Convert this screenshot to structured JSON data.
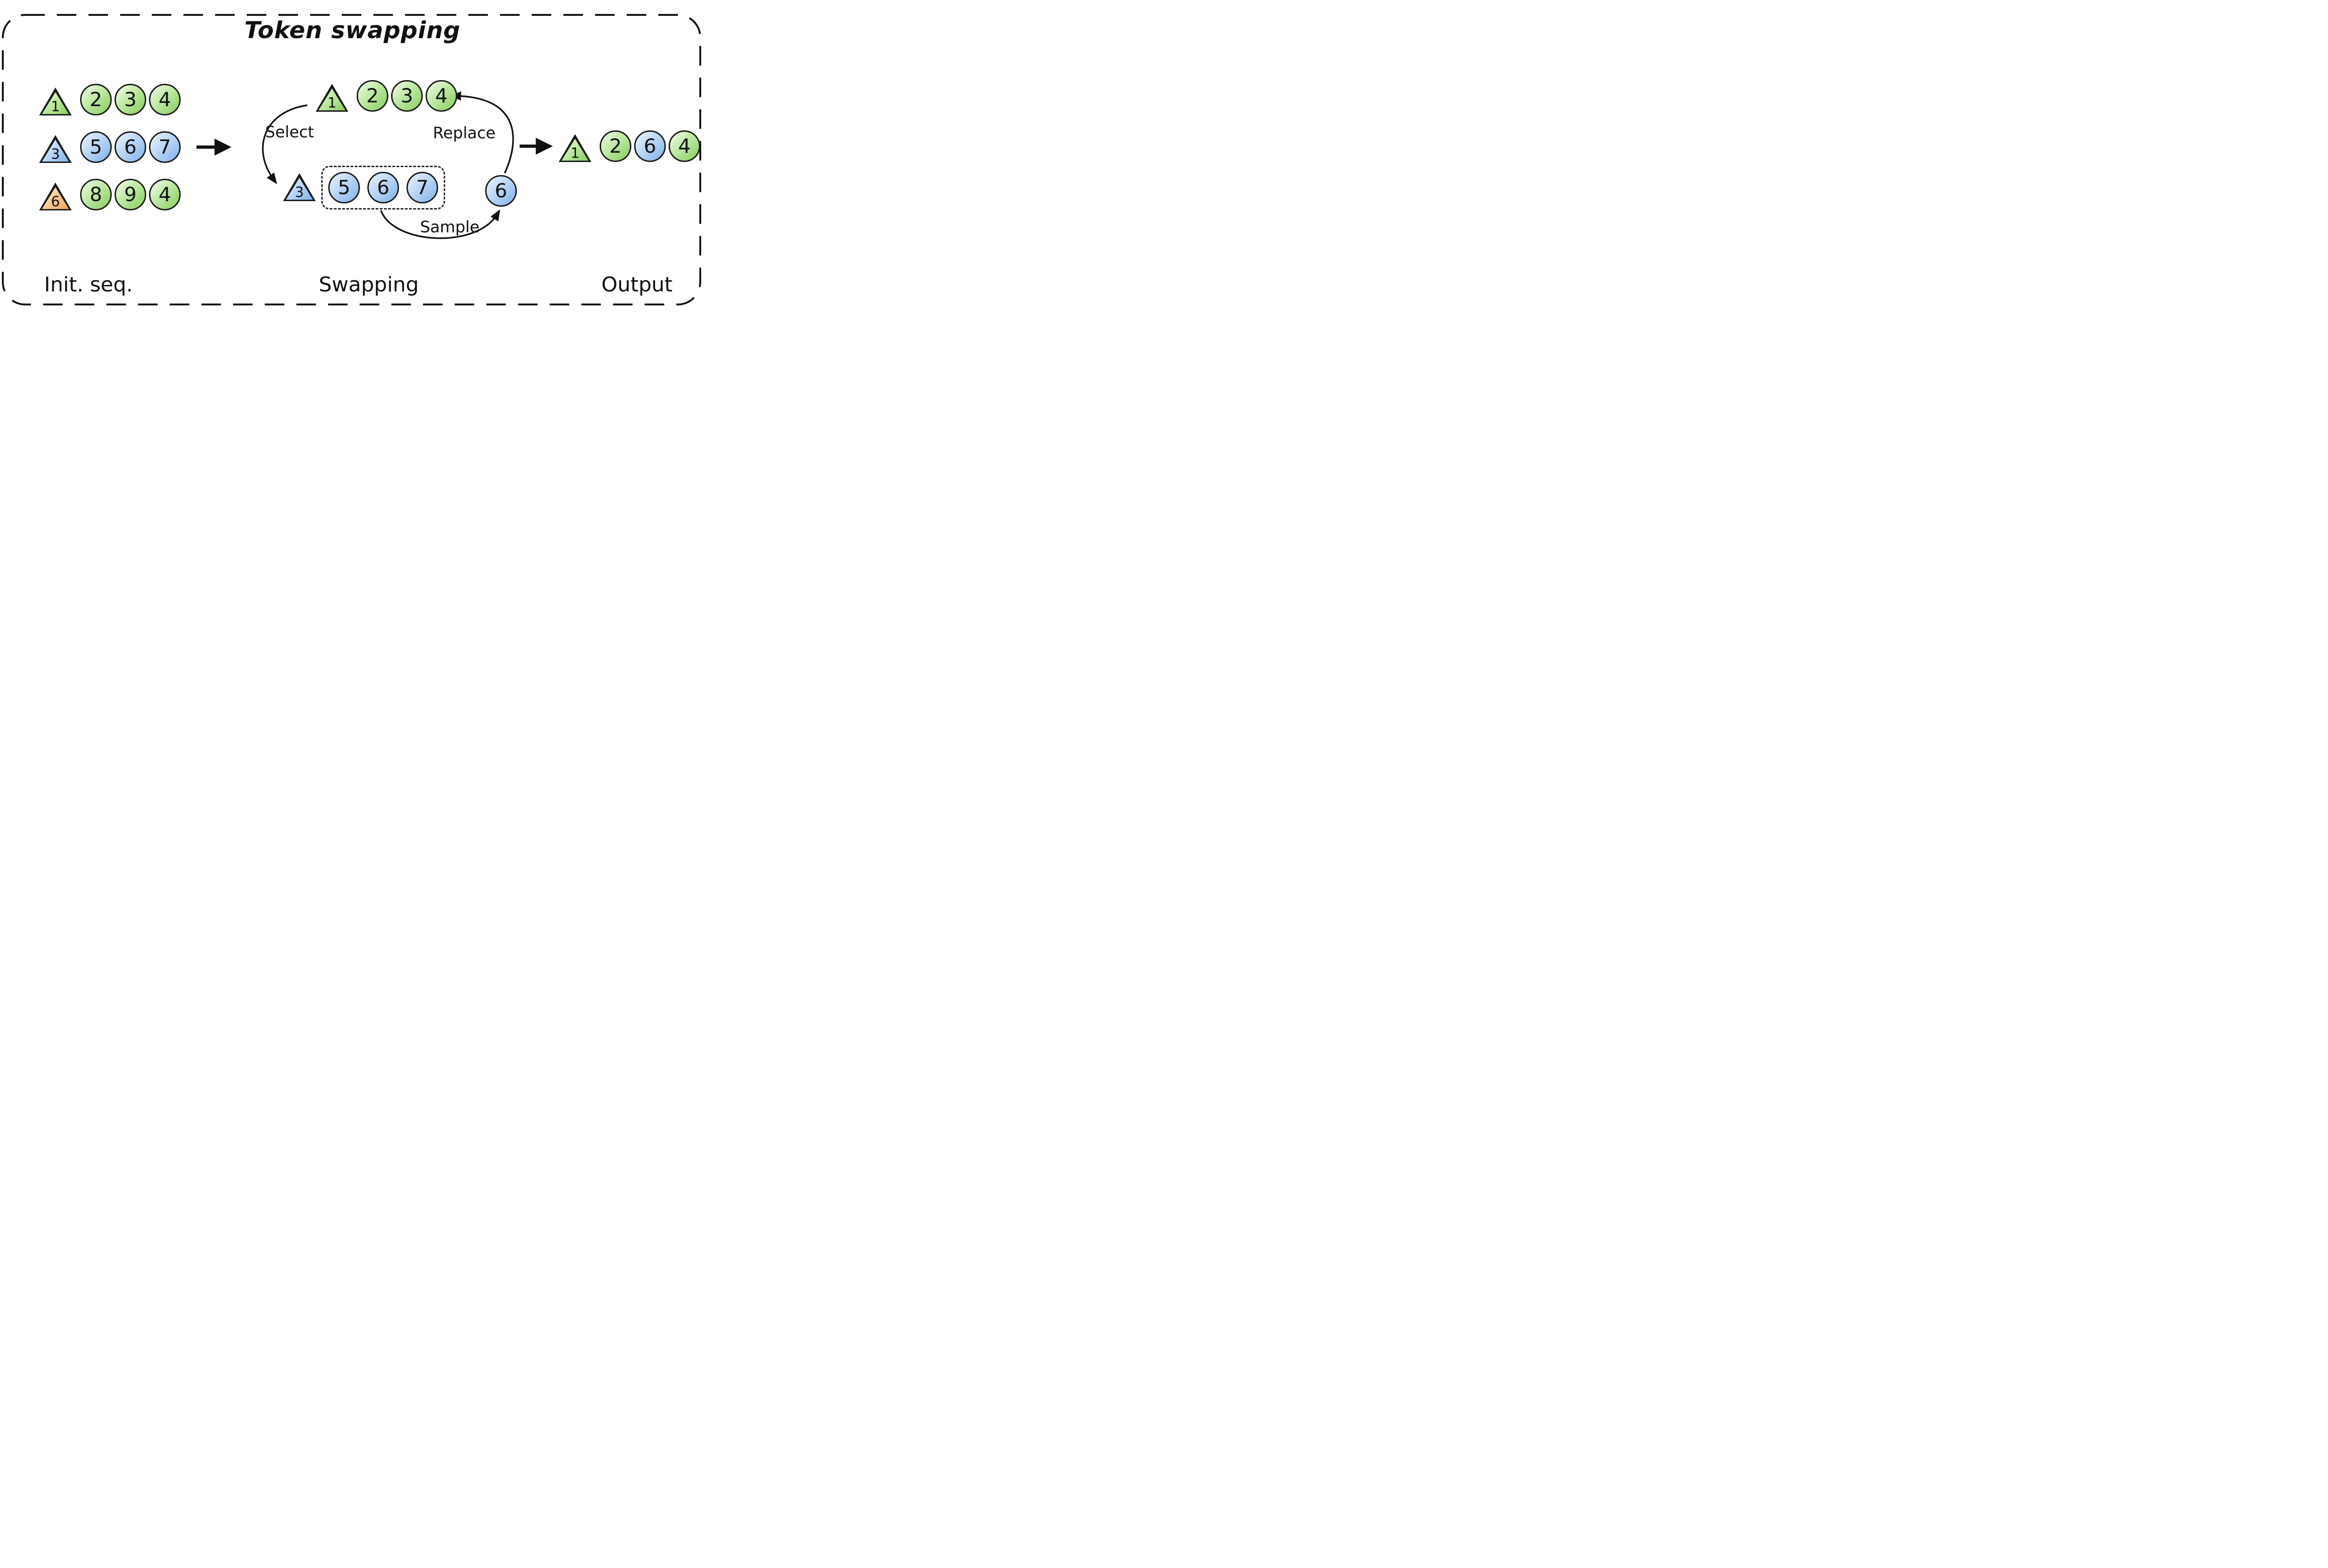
{
  "title": "Token swapping",
  "colors": {
    "stroke": "#1a1a1a",
    "green": "#86cc5c",
    "blue": "#7fb1ec",
    "orange": "#efa458"
  },
  "init": {
    "label": "Init. seq.",
    "rows": [
      {
        "head": {
          "shape": "triangle",
          "value": "1",
          "color": "green"
        },
        "tokens": [
          {
            "shape": "circle",
            "value": "2",
            "color": "green"
          },
          {
            "shape": "circle",
            "value": "3",
            "color": "green"
          },
          {
            "shape": "circle",
            "value": "4",
            "color": "green"
          }
        ]
      },
      {
        "head": {
          "shape": "triangle",
          "value": "3",
          "color": "blue"
        },
        "tokens": [
          {
            "shape": "circle",
            "value": "5",
            "color": "blue"
          },
          {
            "shape": "circle",
            "value": "6",
            "color": "blue"
          },
          {
            "shape": "circle",
            "value": "7",
            "color": "blue"
          }
        ]
      },
      {
        "head": {
          "shape": "triangle",
          "value": "6",
          "color": "orange"
        },
        "tokens": [
          {
            "shape": "circle",
            "value": "8",
            "color": "green"
          },
          {
            "shape": "circle",
            "value": "9",
            "color": "green"
          },
          {
            "shape": "circle",
            "value": "4",
            "color": "green"
          }
        ]
      }
    ]
  },
  "swapping": {
    "label": "Swapping",
    "labels": {
      "select": "Select",
      "replace": "Replace",
      "sample": "Sample"
    },
    "top_row": {
      "head": {
        "shape": "triangle",
        "value": "1",
        "color": "green"
      },
      "tokens": [
        {
          "shape": "circle",
          "value": "2",
          "color": "green"
        },
        {
          "shape": "circle",
          "value": "3",
          "color": "green"
        },
        {
          "shape": "circle",
          "value": "4",
          "color": "green"
        }
      ]
    },
    "selected_row": {
      "head": {
        "shape": "triangle",
        "value": "3",
        "color": "blue"
      },
      "boxed_tokens": [
        {
          "shape": "circle",
          "value": "5",
          "color": "blue"
        },
        {
          "shape": "circle",
          "value": "6",
          "color": "blue"
        },
        {
          "shape": "circle",
          "value": "7",
          "color": "blue"
        }
      ]
    },
    "sampled_token": {
      "shape": "circle",
      "value": "6",
      "color": "blue"
    }
  },
  "output": {
    "label": "Output",
    "head": {
      "shape": "triangle",
      "value": "1",
      "color": "green"
    },
    "tokens": [
      {
        "shape": "circle",
        "value": "2",
        "color": "green"
      },
      {
        "shape": "circle",
        "value": "6",
        "color": "blue"
      },
      {
        "shape": "circle",
        "value": "4",
        "color": "green"
      }
    ]
  }
}
